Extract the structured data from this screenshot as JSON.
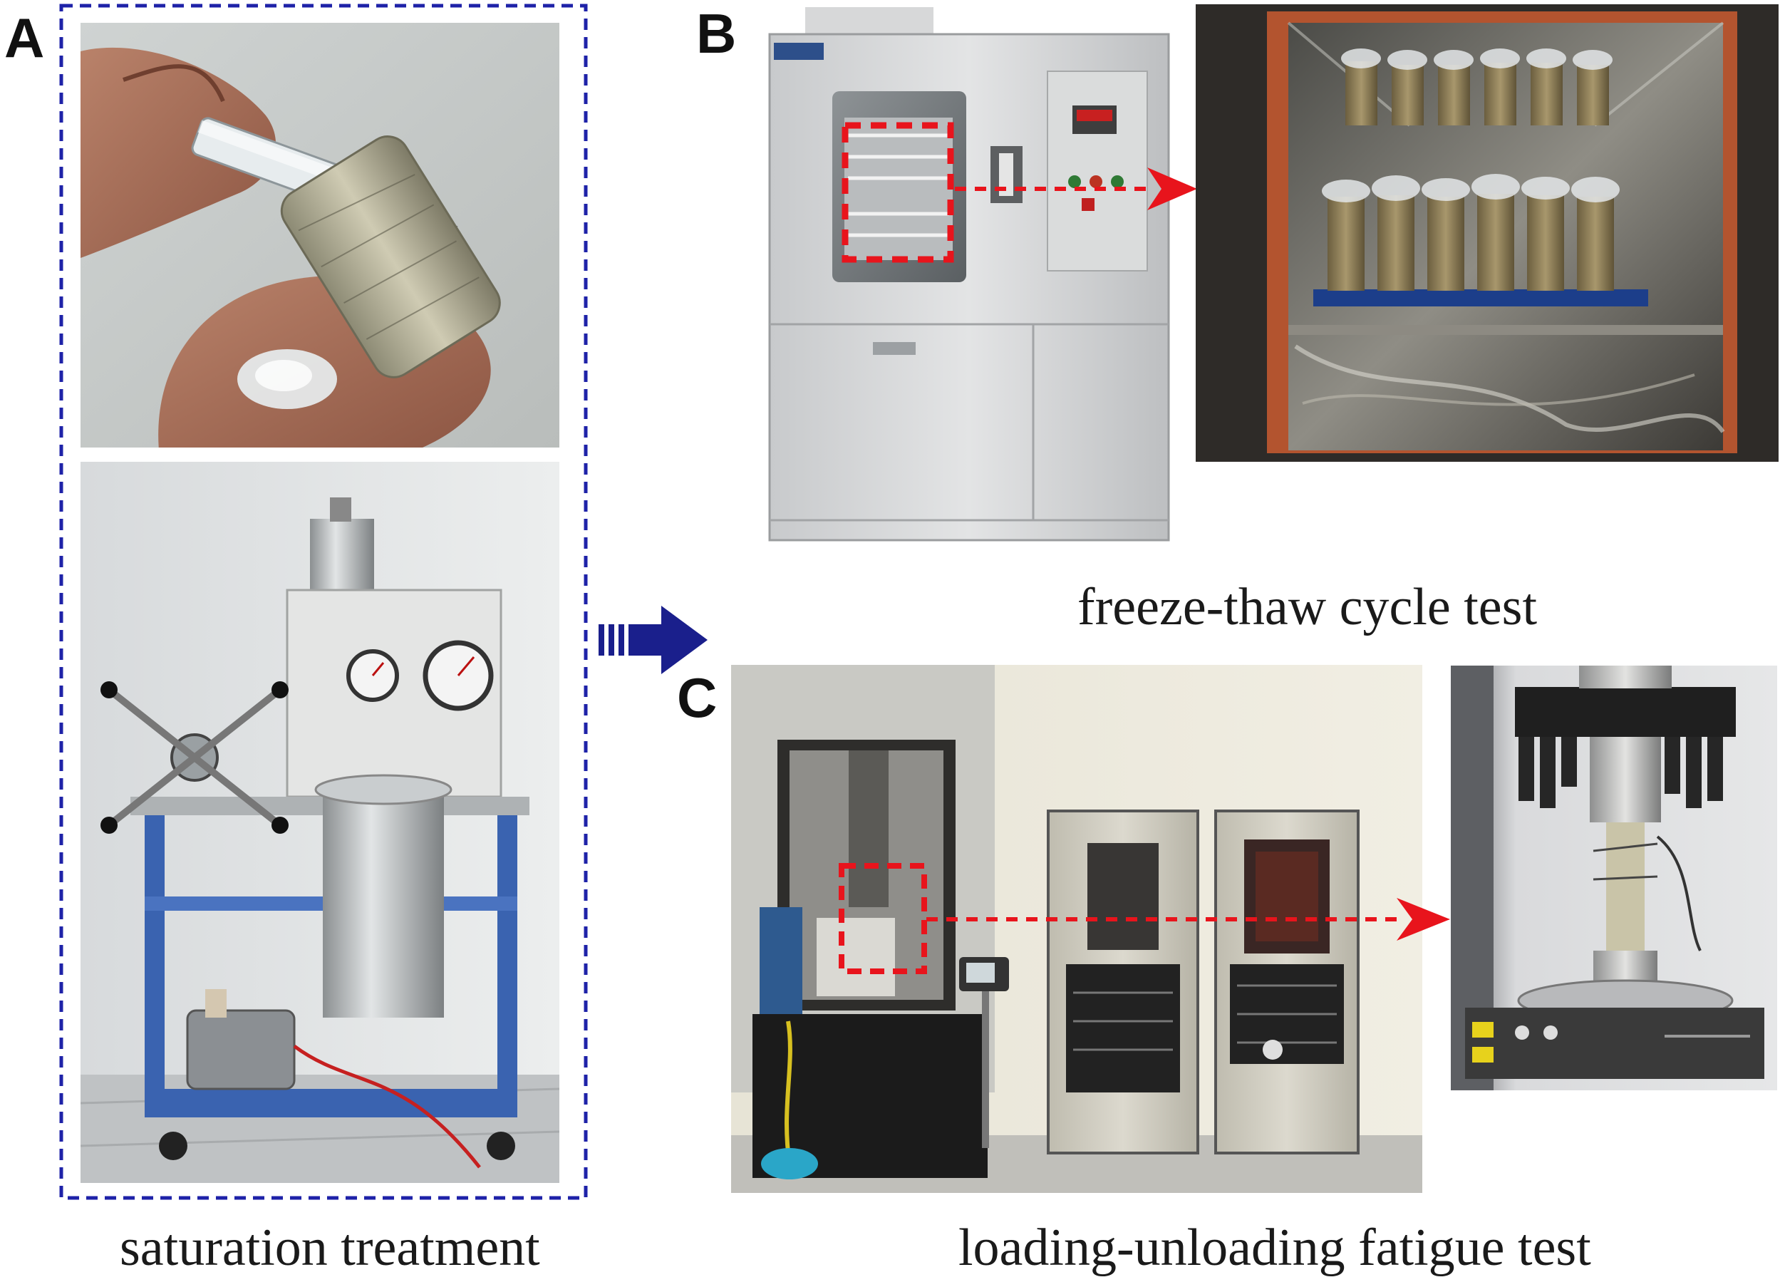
{
  "panels": {
    "a": {
      "letter": "A",
      "caption": "saturation treatment"
    },
    "b": {
      "letter": "B",
      "caption": "freeze-thaw cycle test"
    },
    "c": {
      "letter": "C",
      "caption": "loading-unloading fatigue test"
    }
  },
  "colors": {
    "dashed_frame": "#1e22a8",
    "flow_arrow": "#1a1f8c",
    "highlight_red": "#e8141c"
  },
  "photos": {
    "syringe": "photo of a syringe injecting fluid into a wrapped cylindrical sample",
    "vacuum_apparatus": "photo of a vacuum saturation apparatus on a blue cart",
    "environmental_chamber": "photo of a freeze-thaw environmental test chamber",
    "chamber_interior": "photo of wrapped samples inside the chamber",
    "fatigue_machine": "photo of a servo-hydraulic loading machine with control cabinets",
    "loading_closeup": "photo close-up of a sample mounted in the loading frame"
  }
}
